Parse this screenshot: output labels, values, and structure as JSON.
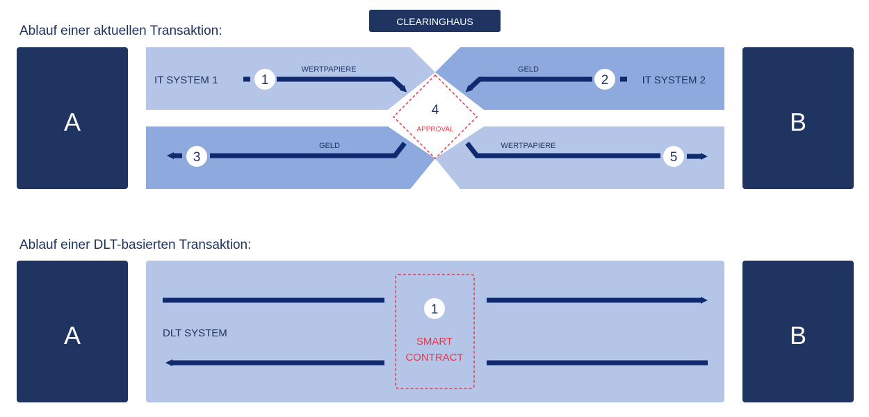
{
  "colors": {
    "navy": "#1f3461",
    "light_band": "#b4c5e8",
    "mid_band": "#8ea9de",
    "flow_arrow": "#0f2a6e",
    "approval_red": "#e8394a",
    "white": "#ffffff"
  },
  "top": {
    "title": "Ablauf einer aktuellen Transaktion:",
    "clearinghouse_label": "CLEARINGHAUS",
    "party_a": "A",
    "party_b": "B",
    "it_system_1": "IT SYSTEM 1",
    "it_system_2": "IT SYSTEM 2",
    "steps": [
      {
        "number": "1",
        "label": "WERTPAPIERE"
      },
      {
        "number": "2",
        "label": "GELD"
      },
      {
        "number": "3",
        "label": "GELD"
      },
      {
        "number": "4",
        "label": "APPROVAL"
      },
      {
        "number": "5",
        "label": "WERTPAPIERE"
      }
    ]
  },
  "bottom": {
    "title": "Ablauf einer DLT-basierten Transaktion:",
    "party_a": "A",
    "party_b": "B",
    "system_label": "DLT SYSTEM",
    "step_number": "1",
    "contract_line1": "SMART",
    "contract_line2": "CONTRACT"
  }
}
